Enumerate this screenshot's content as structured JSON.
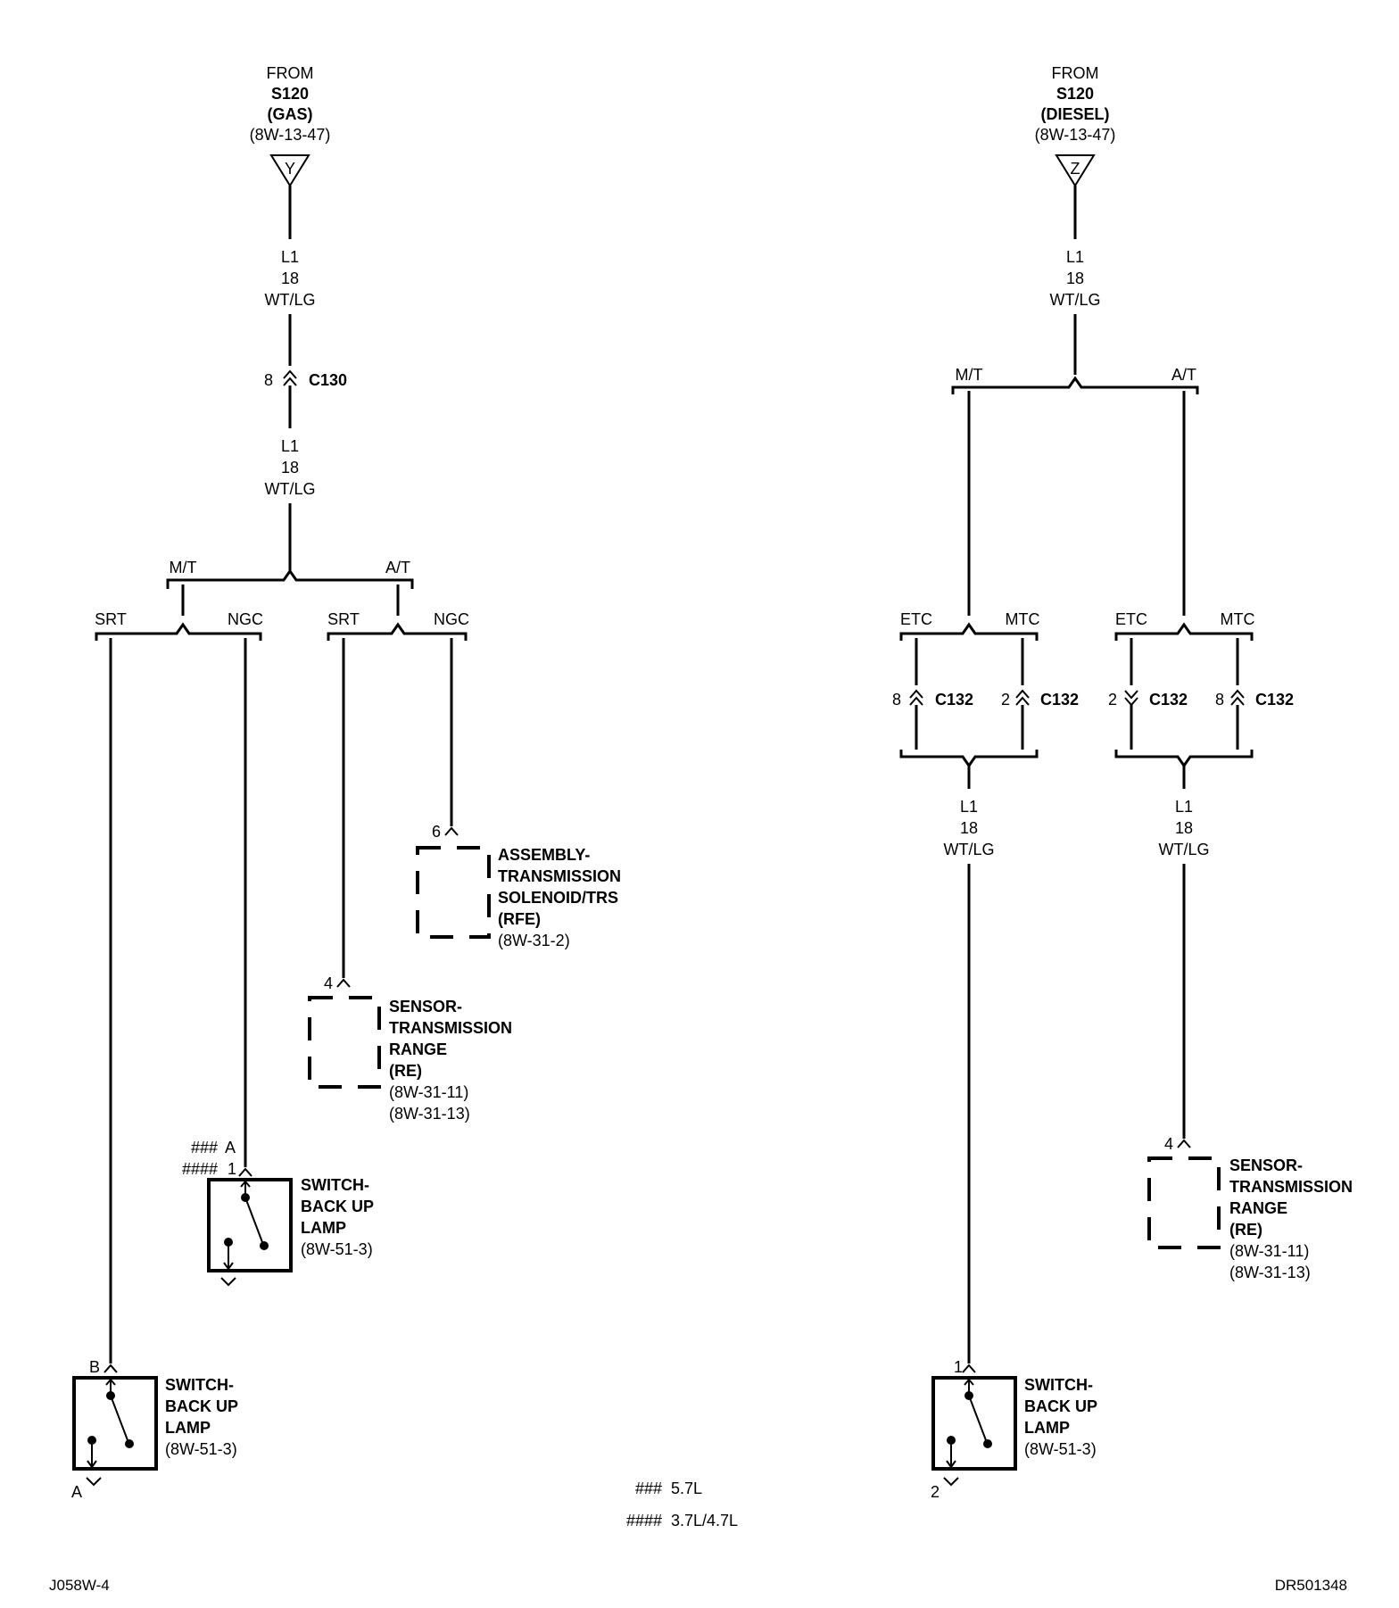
{
  "left_source": {
    "from": "FROM",
    "splice": "S120",
    "variant": "(GAS)",
    "ref": "(8W-13-47)",
    "tag": "Y"
  },
  "right_source": {
    "from": "FROM",
    "splice": "S120",
    "variant": "(DIESEL)",
    "ref": "(8W-13-47)",
    "tag": "Z"
  },
  "wire": {
    "circuit": "L1",
    "gauge": "18",
    "color": "WT/LG"
  },
  "connectors": {
    "c130": {
      "pin": "8",
      "name": "C130"
    },
    "c132_etc_mt": {
      "pin": "8",
      "name": "C132"
    },
    "c132_mtc_mt": {
      "pin": "2",
      "name": "C132"
    },
    "c132_etc_at": {
      "pin": "2",
      "name": "C132"
    },
    "c132_mtc_at": {
      "pin": "8",
      "name": "C132"
    }
  },
  "branches": {
    "mt": "M/T",
    "at": "A/T",
    "srt": "SRT",
    "ngc": "NGC",
    "etc": "ETC",
    "mtc": "MTC"
  },
  "components": {
    "solenoid_trs": {
      "pin": "6",
      "lines": [
        "ASSEMBLY-",
        "TRANSMISSION",
        "SOLENOID/TRS",
        "(RFE)"
      ],
      "ref": "(8W-31-2)"
    },
    "range_sensor_left": {
      "pin": "4",
      "lines": [
        "SENSOR-",
        "TRANSMISSION",
        "RANGE",
        "(RE)"
      ],
      "refs": [
        "(8W-31-11)",
        "(8W-31-13)"
      ]
    },
    "range_sensor_right": {
      "pin": "4",
      "lines": [
        "SENSOR-",
        "TRANSMISSION",
        "RANGE",
        "(RE)"
      ],
      "refs": [
        "(8W-31-11)",
        "(8W-31-13)"
      ]
    },
    "backup_switch_ngc": {
      "pin_57": "A",
      "pin_37": "1",
      "marker_57": "###",
      "marker_37": "####",
      "lines": [
        "SWITCH-",
        "BACK UP",
        "LAMP"
      ],
      "ref": "(8W-51-3)"
    },
    "backup_switch_srt": {
      "pin_in": "B",
      "pin_out": "A",
      "lines": [
        "SWITCH-",
        "BACK UP",
        "LAMP"
      ],
      "ref": "(8W-51-3)"
    },
    "backup_switch_diesel": {
      "pin_in": "1",
      "pin_out": "2",
      "lines": [
        "SWITCH-",
        "BACK UP",
        "LAMP"
      ],
      "ref": "(8W-51-3)"
    }
  },
  "legend": [
    {
      "marker": "###",
      "label": "5.7L"
    },
    {
      "marker": "####",
      "label": "3.7L/4.7L"
    }
  ],
  "footer": {
    "left": "J058W-4",
    "right": "DR501348"
  }
}
